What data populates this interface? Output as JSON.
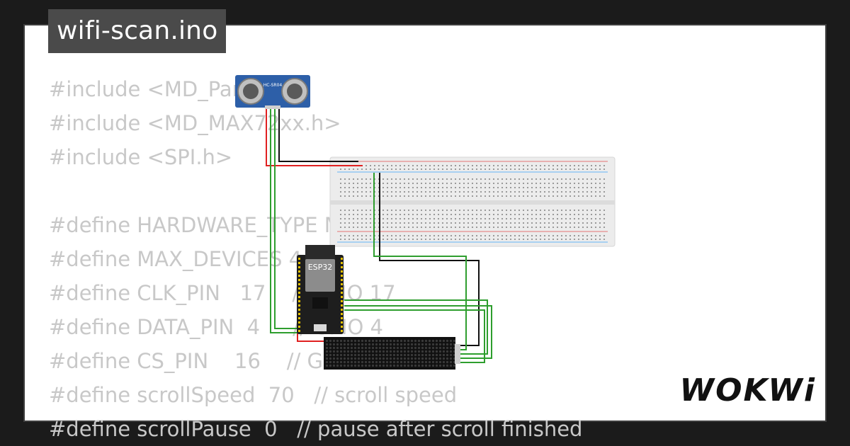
{
  "project": {
    "title": "wifi-scan.ino"
  },
  "code_lines": [
    "#include <MD_Parola.h>",
    "#include <MD_MAX72xx.h>",
    "#include <SPI.h>",
    "",
    "#define HARDWARE_TYPE MD_MAX72XX::FC16_HW",
    "#define MAX_DEVICES 4",
    "#define CLK_PIN   17    // GPIO 17",
    "#define DATA_PIN  4     // GPIO 4",
    "#define CS_PIN    16    // GPIO 16",
    "#define scrollSpeed  70   // scroll speed",
    "#define scrollPause  0   // pause after scroll finished"
  ],
  "components": {
    "ultrasonic": {
      "label": "HC-SR04"
    },
    "esp32": {
      "label": "ESP32"
    }
  },
  "wires": {
    "red": "#e02020",
    "black": "#111111",
    "green": "#2e9e2e"
  },
  "brand": {
    "name": "WOKWi"
  }
}
